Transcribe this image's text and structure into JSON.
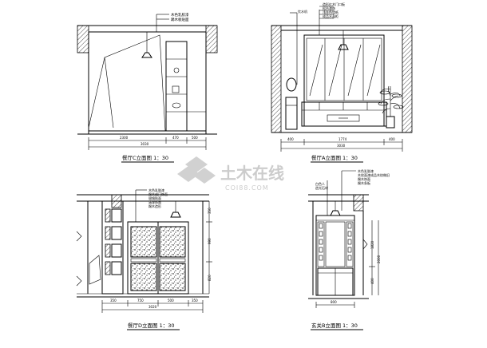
{
  "drawing": {
    "panels": {
      "c_elevation": {
        "title": "餐厅C立面图 1：30",
        "notes": [
          "木色乳胶漆",
          "踢木板贴面"
        ],
        "dims": [
          "2300",
          "470",
          "500",
          "3030"
        ]
      },
      "a_elevation": {
        "title": "餐厅A立面图 1：30",
        "notes": [
          "造形红木门口板",
          "松台漆饰",
          "浅灰色墙纸",
          "成品水晶柜"
        ],
        "left_note": "饮水机",
        "dims": [
          "400",
          "1774",
          "400",
          "3030"
        ]
      },
      "d_elevation": {
        "title": "餐厅D立面图 1：30",
        "notes": [
          "木色乳胶漆",
          "踢木成门饰面",
          "银镜贴面",
          "清漆饰面",
          "踢木造形"
        ],
        "dims_bottom": [
          "350",
          "750",
          "500",
          "350",
          "3020"
        ],
        "dims_right": [
          "350",
          "990",
          "820"
        ]
      },
      "b_elevation": {
        "title": "玄关B立面图 1：30",
        "notes": [
          "木色乳胶漆",
          "木纹面漆成品木纹做旧",
          "踢木饰面",
          "踢木条板"
        ],
        "left_notes": [
          "白色人",
          "造光石材"
        ],
        "dims_bottom": [
          "800"
        ],
        "dims_right": [
          "1820",
          "2000",
          "400"
        ]
      }
    },
    "watermark": {
      "name": "土木在线",
      "url": "COI88.COM"
    }
  }
}
